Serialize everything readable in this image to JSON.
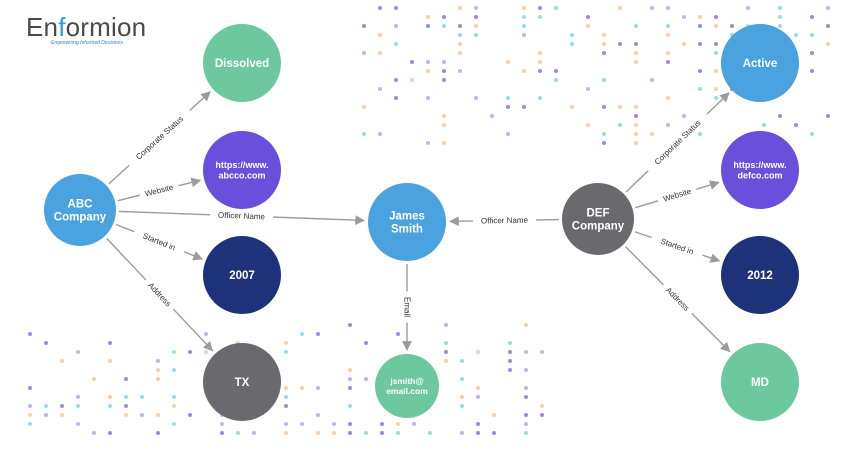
{
  "brand": {
    "name_prefix": "En",
    "name_accent": "f",
    "name_suffix": "ormion",
    "tagline": "Empowering Informed Decisions",
    "accent_color": "#2f9be0"
  },
  "colors": {
    "green": "#6dc8a0",
    "purple": "#6a4fdc",
    "navy": "#1d3278",
    "gray": "#6a6a6e",
    "blue": "#4aa3de",
    "edge": "#9b9b9b"
  },
  "nodes": [
    {
      "id": "abc",
      "lines": [
        "ABC",
        "Company"
      ],
      "color": "blue",
      "name": "node-abc-company"
    },
    {
      "id": "dissolved",
      "lines": [
        "Dissolved"
      ],
      "color": "green",
      "name": "node-dissolved"
    },
    {
      "id": "abcweb",
      "lines": [
        "https://www.",
        "abcco.com"
      ],
      "color": "purple",
      "name": "node-abc-website"
    },
    {
      "id": "y2007",
      "lines": [
        "2007"
      ],
      "color": "navy",
      "name": "node-2007"
    },
    {
      "id": "tx",
      "lines": [
        "TX"
      ],
      "color": "gray",
      "name": "node-tx"
    },
    {
      "id": "james",
      "lines": [
        "James",
        "Smith"
      ],
      "color": "blue",
      "name": "node-james-smith"
    },
    {
      "id": "email",
      "lines": [
        "jsmith@",
        "email.com"
      ],
      "color": "green",
      "name": "node-email"
    },
    {
      "id": "def",
      "lines": [
        "DEF",
        "Company"
      ],
      "color": "gray",
      "name": "node-def-company"
    },
    {
      "id": "active",
      "lines": [
        "Active"
      ],
      "color": "blue",
      "name": "node-active"
    },
    {
      "id": "defweb",
      "lines": [
        "https://www.",
        "defco.com"
      ],
      "color": "purple",
      "name": "node-def-website"
    },
    {
      "id": "y2012",
      "lines": [
        "2012"
      ],
      "color": "navy",
      "name": "node-2012"
    },
    {
      "id": "md",
      "lines": [
        "MD"
      ],
      "color": "green",
      "name": "node-md"
    }
  ],
  "edges": [
    {
      "from": "abc",
      "to": "dissolved",
      "label": "Corporate Status"
    },
    {
      "from": "abc",
      "to": "abcweb",
      "label": "Website"
    },
    {
      "from": "abc",
      "to": "james",
      "label": "Officer Name"
    },
    {
      "from": "abc",
      "to": "y2007",
      "label": "Started in"
    },
    {
      "from": "abc",
      "to": "tx",
      "label": "Address"
    },
    {
      "from": "james",
      "to": "email",
      "label": "Email"
    },
    {
      "from": "def",
      "to": "james",
      "label": "Officer Name"
    },
    {
      "from": "def",
      "to": "active",
      "label": "Corporate Status"
    },
    {
      "from": "def",
      "to": "defweb",
      "label": "Website"
    },
    {
      "from": "def",
      "to": "y2012",
      "label": "Started in"
    },
    {
      "from": "def",
      "to": "md",
      "label": "Address"
    }
  ]
}
